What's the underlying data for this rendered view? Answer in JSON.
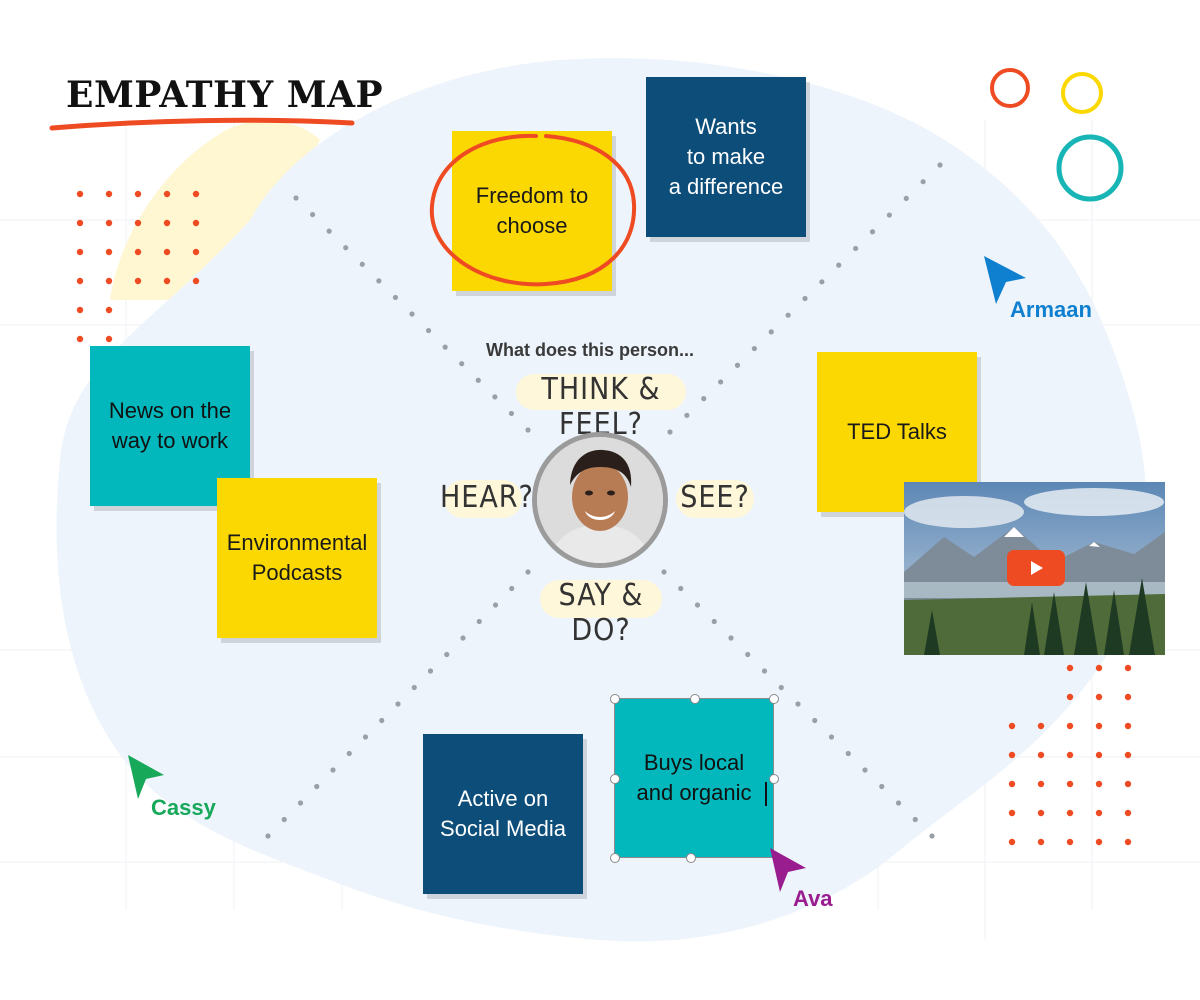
{
  "title": "EMPATHY MAP",
  "prompt": "What does this person...",
  "quadrants": {
    "think_feel": "THINK & FEEL?",
    "hear": "HEAR?",
    "see": "SEE?",
    "say_do": "SAY & DO?"
  },
  "notes": {
    "freedom": "Freedom to\nchoose",
    "difference": "Wants\nto make\na difference",
    "news": "News on the\nway to work",
    "podcasts": "Environmental\nPodcasts",
    "ted": "TED Talks",
    "social": "Active on\nSocial Media",
    "local": "Buys local\nand organic"
  },
  "collaborators": {
    "armaan": "Armaan",
    "cassy": "Cassy",
    "ava": "Ava"
  },
  "colors": {
    "yellow": "#fbd802",
    "teal": "#02b8bc",
    "navy": "#0d4d7a",
    "orange": "#ef4b23",
    "armaan": "#0f7fcf",
    "cassy": "#17a85a",
    "ava": "#9a1d8f"
  },
  "icons": [
    "cursor-arrow-icon",
    "play-icon",
    "circle-annotation-icon"
  ]
}
